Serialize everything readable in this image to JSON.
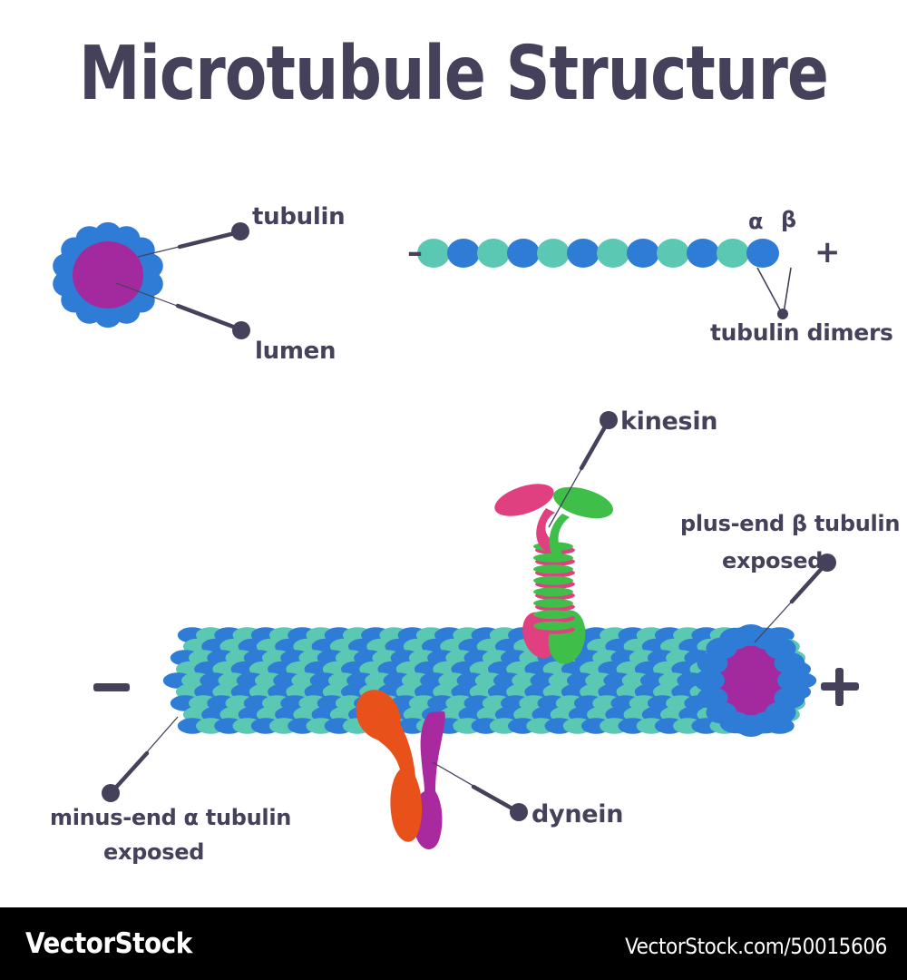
{
  "title": "Microtubule Structure",
  "theme": {
    "ink": "#46415a",
    "tubulin_blue": "#2e7cd6",
    "tubulin_teal": "#5bc8b4",
    "lumen_purple": "#a32a9e",
    "kinesin_green": "#3fbf4a",
    "kinesin_pink": "#e0407f",
    "dynein_orange": "#e8511a",
    "dynein_purple": "#a9299f",
    "background": "#ffffff",
    "footer_bg": "#000000",
    "footer_fg": "#ffffff"
  },
  "cross_section": {
    "label_tubulin": "tubulin",
    "label_lumen": "lumen",
    "subunit_count": 14
  },
  "protofilament": {
    "minus_sign": "–",
    "plus_sign": "+",
    "alpha_label": "α",
    "beta_label": "β",
    "dimers_label": "tubulin dimers",
    "subunits": [
      "alpha",
      "beta",
      "alpha",
      "beta",
      "alpha",
      "beta",
      "alpha",
      "beta",
      "alpha",
      "beta",
      "alpha",
      "beta"
    ]
  },
  "microtubule": {
    "minus_sign": "–",
    "plus_sign": "+",
    "label_kinesin": "kinesin",
    "label_dynein": "dynein",
    "label_plus_end_line1": "plus-end β tubulin",
    "label_plus_end_line2": "exposed",
    "label_minus_end_line1": "minus-end α tubulin",
    "label_minus_end_line2": "exposed",
    "rows": 9,
    "columns": 34
  },
  "footer": {
    "brand": "VectorStock",
    "url": "VectorStock.com/50015606"
  }
}
